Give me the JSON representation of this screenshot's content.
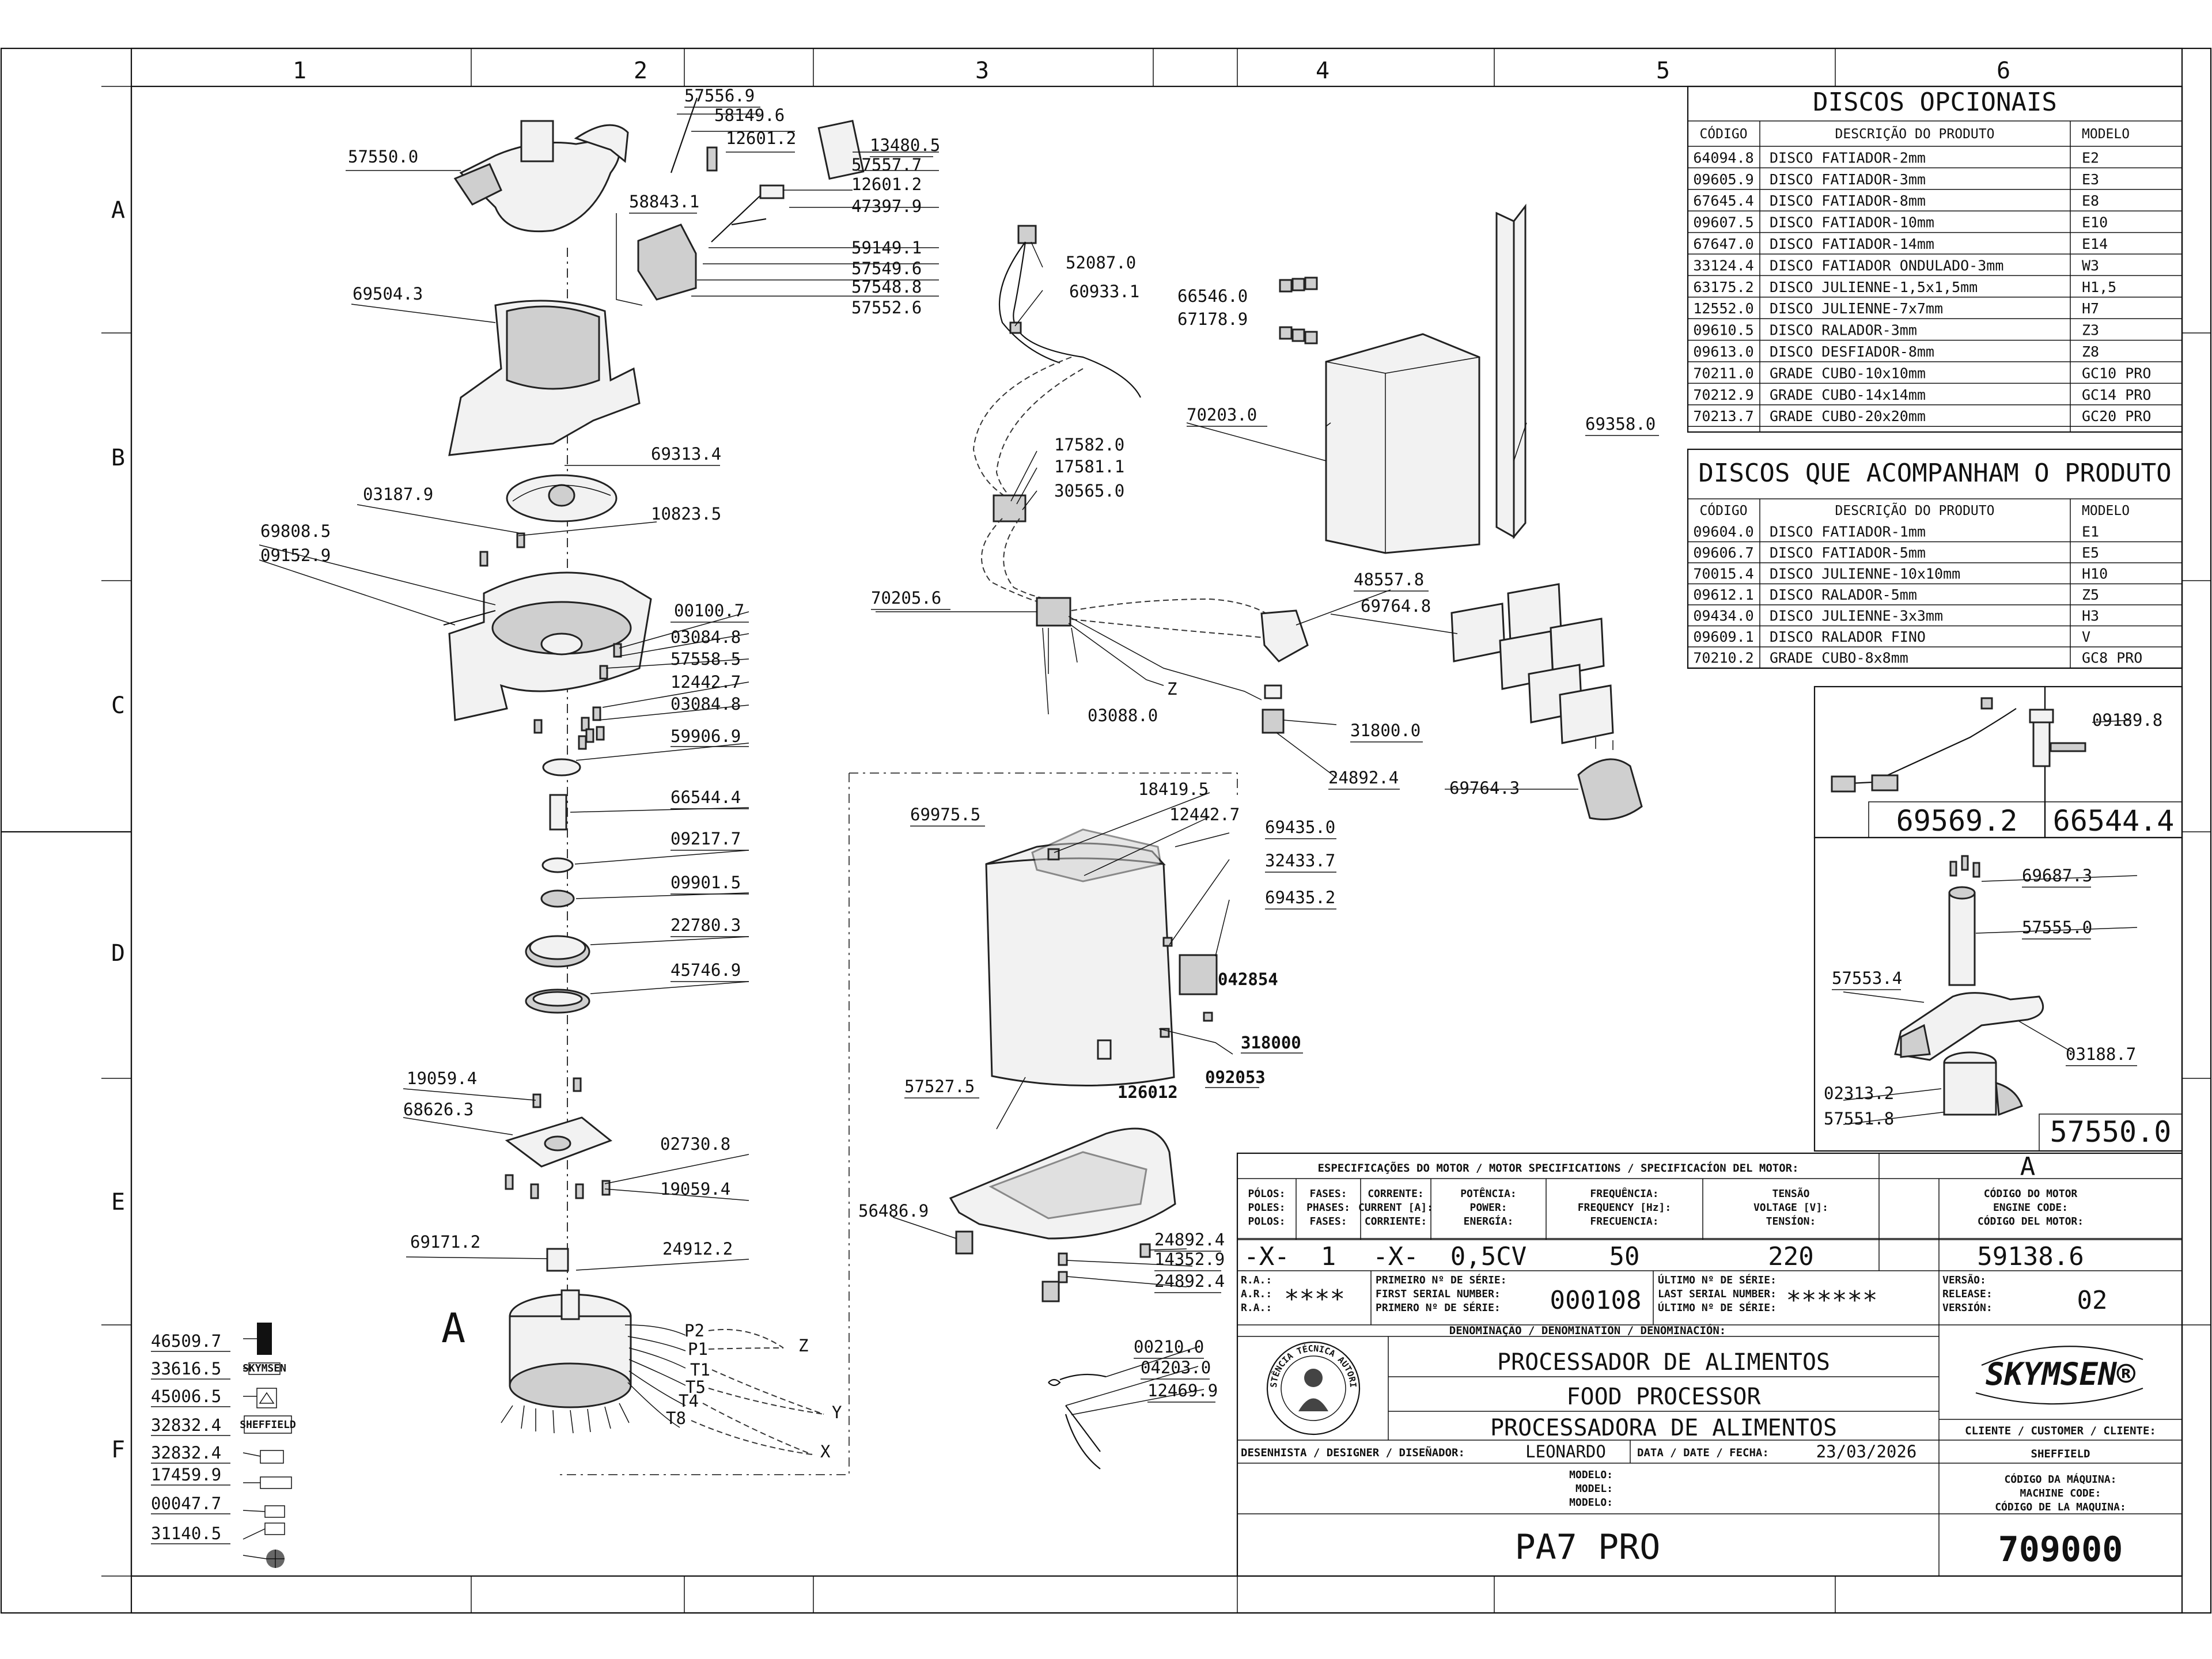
{
  "grid": {
    "columns": [
      "1",
      "2",
      "3",
      "4",
      "5",
      "6"
    ],
    "rows": [
      "A",
      "B",
      "C",
      "D",
      "E",
      "F"
    ]
  },
  "labels": [
    "57556.9",
    "58149.6",
    "12601.2",
    "13480.5",
    "57557.7",
    "12601.2",
    "47397.9",
    "58843.1",
    "57550.0",
    "59149.1",
    "57549.6",
    "57548.8",
    "57552.6",
    "69504.3",
    "69313.4",
    "03187.9",
    "10823.5",
    "69808.5",
    "09152.9",
    "00100.7",
    "03084.8",
    "57558.5",
    "12442.7",
    "03084.8",
    "59906.9",
    "66544.4",
    "09217.7",
    "09901.5",
    "22780.3",
    "45746.9",
    "19059.4",
    "68626.3",
    "02730.8",
    "19059.4",
    "69171.2",
    "24912.2",
    "52087.0",
    "60933.1",
    "66546.0",
    "67178.9",
    "70203.0",
    "69358.0",
    "17582.0",
    "17581.1",
    "30565.0",
    "70205.6",
    "48557.8",
    "69764.8",
    "03088.0",
    "31800.0",
    "24892.4",
    "69764.3",
    "18419.5",
    "12442.7",
    "69975.5",
    "69435.0",
    "32433.7",
    "69435.2",
    "57527.5",
    "56486.9",
    "24892.4",
    "14352.9",
    "24892.4",
    "00210.0",
    "04203.0",
    "12469.9",
    "09189.8",
    "69687.3",
    "57555.0",
    "57553.4",
    "03188.7",
    "02313.2",
    "57551.8",
    "46509.7",
    "33616.5",
    "45006.5",
    "32832.4",
    "32832.4",
    "17459.9",
    "00047.7",
    "31140.5"
  ],
  "bold_labels": [
    "042854",
    "318000",
    "092053",
    "126012"
  ],
  "wire_labels": [
    "P2",
    "P1",
    "T1",
    "T5",
    "T4",
    "T8",
    "Z",
    "Y",
    "X",
    "Z"
  ],
  "motor_letter": "A",
  "small_boxes": {
    "cable": "69569.2",
    "pin": "66544.4",
    "assembly": "57550.0"
  },
  "sticker_texts": {
    "s33616": "SKYMSEN",
    "s32832": "SHEFFIELD"
  },
  "discos_opcionais": {
    "title": "DISCOS  OPCIONAIS",
    "headers": [
      "CÓDIGO",
      "DESCRIÇÃO  DO  PRODUTO",
      "MODELO"
    ],
    "rows": [
      [
        "64094.8",
        "DISCO  FATIADOR-2mm",
        "E2"
      ],
      [
        "09605.9",
        "DISCO  FATIADOR-3mm",
        "E3"
      ],
      [
        "67645.4",
        "DISCO  FATIADOR-8mm",
        "E8"
      ],
      [
        "09607.5",
        "DISCO  FATIADOR-10mm",
        "E10"
      ],
      [
        "67647.0",
        "DISCO  FATIADOR-14mm",
        "E14"
      ],
      [
        "33124.4",
        "DISCO  FATIADOR  ONDULADO-3mm",
        "W3"
      ],
      [
        "63175.2",
        "DISCO  JULIENNE-1,5x1,5mm",
        "H1,5"
      ],
      [
        "12552.0",
        "DISCO  JULIENNE-7x7mm",
        "H7"
      ],
      [
        "09610.5",
        "DISCO  RALADOR-3mm",
        "Z3"
      ],
      [
        "09613.0",
        "DISCO  DESFIADOR-8mm",
        "Z8"
      ],
      [
        "70211.0",
        "GRADE  CUBO-10x10mm",
        "GC10  PRO"
      ],
      [
        "70212.9",
        "GRADE  CUBO-14x14mm",
        "GC14  PRO"
      ],
      [
        "70213.7",
        "GRADE  CUBO-20x20mm",
        "GC20  PRO"
      ]
    ]
  },
  "discos_acompanham": {
    "title": "DISCOS  QUE  ACOMPANHAM  O  PRODUTO",
    "headers": [
      "CÓDIGO",
      "DESCRIÇÃO  DO  PRODUTO",
      "MODELO"
    ],
    "rows": [
      [
        "09604.0",
        "DISCO  FATIADOR-1mm",
        "E1"
      ],
      [
        "09606.7",
        "DISCO  FATIADOR-5mm",
        "E5"
      ],
      [
        "70015.4",
        "DISCO  JULIENNE-10x10mm",
        "H10"
      ],
      [
        "09612.1",
        "DISCO  RALADOR-5mm",
        "Z5"
      ],
      [
        "09434.0",
        "DISCO  JULIENNE-3x3mm",
        "H3"
      ],
      [
        "09609.1",
        "DISCO  RALADOR  FINO",
        "V"
      ],
      [
        "70210.2",
        "GRADE  CUBO-8x8mm",
        "GC8  PRO"
      ]
    ]
  },
  "title_block": {
    "motor_specs_heading": "ESPECIFICAÇÕES DO MOTOR / MOTOR SPECIFICATIONS / SPECIFICACÍON DEL MOTOR:",
    "motor_letter": "A",
    "polos": [
      "PÓLOS:",
      "POLES:",
      "POLOS:"
    ],
    "fases": [
      "FASES:",
      "PHASES:",
      "FASES:"
    ],
    "corrente": [
      "CORRENTE:",
      "CURRENT [A]:",
      "CORRIENTE:"
    ],
    "potencia": [
      "POTÊNCIA:",
      "POWER:",
      "ENERGÍA:"
    ],
    "frequencia": [
      "FREQUÊNCIA:",
      "FREQUENCY [Hz]:",
      "FRECUENCIA:"
    ],
    "tensao": [
      "TENSÃO",
      "VOLTAGE [V]:",
      "TENSÍON:"
    ],
    "codigo_motor": [
      "CÓDIGO DO MOTOR",
      "ENGINE CODE:",
      "CÓDIGO DEL MOTOR:"
    ],
    "val_polos": "-X-",
    "val_fases": "1",
    "val_corrente": "-X-",
    "val_potencia": "0,5CV",
    "val_frequencia": "50",
    "val_tensao": "220",
    "val_codigo_motor": "59138.6",
    "ra": [
      "R.A.:",
      "A.R.:",
      "R.A.:"
    ],
    "val_ra": "****",
    "first_serial": [
      "PRIMEIRO Nº DE SÉRIE:",
      "FIRST SERIAL NUMBER:",
      "PRIMERO Nº DE SÉRIE:"
    ],
    "val_first_serial": "000108",
    "last_serial": [
      "ÚLTIMO Nº DE SÉRIE:",
      "LAST SERIAL NUMBER:",
      "ÚLTIMO Nº DE SÉRIE:"
    ],
    "val_last_serial": "******",
    "versao": [
      "VERSÃO:",
      "RELEASE:",
      "VERSIÓN:"
    ],
    "val_versao": "02",
    "denominacao": "DENOMINAÇÃO / DENOMINATION / DENOMINACIÓN:",
    "name_pt": "PROCESSADOR DE ALIMENTOS",
    "name_en": "FOOD PROCESSOR",
    "name_es": "PROCESSADORA DE ALIMENTOS",
    "brand": "SKYMSEN®",
    "seal_text": "ASSISTÊNCIA TÉCNICA AUTORIZADA",
    "cliente_label": "CLIENTE / CUSTOMER / CLIENTE:",
    "cliente": "SHEFFIELD",
    "designer_label": "DESENHISTA / DESIGNER / DISEÑADOR:",
    "designer": "LEONARDO",
    "date_label": "DATA / DATE / FECHA:",
    "date": "23/03/2026",
    "modelo_labels": [
      "MODELO:",
      "MODEL:",
      "MODELO:"
    ],
    "model": "PA7 PRO",
    "codigo_maquina": [
      "CÓDIGO DA MÁQUINA:",
      "MACHINE CODE:",
      "CÓDIGO DE LA MAQUINA:"
    ],
    "machine_code": "709000"
  },
  "colors": {
    "line": "#111111",
    "paper": "#ffffff",
    "part_fill": "#f2f2f2"
  }
}
